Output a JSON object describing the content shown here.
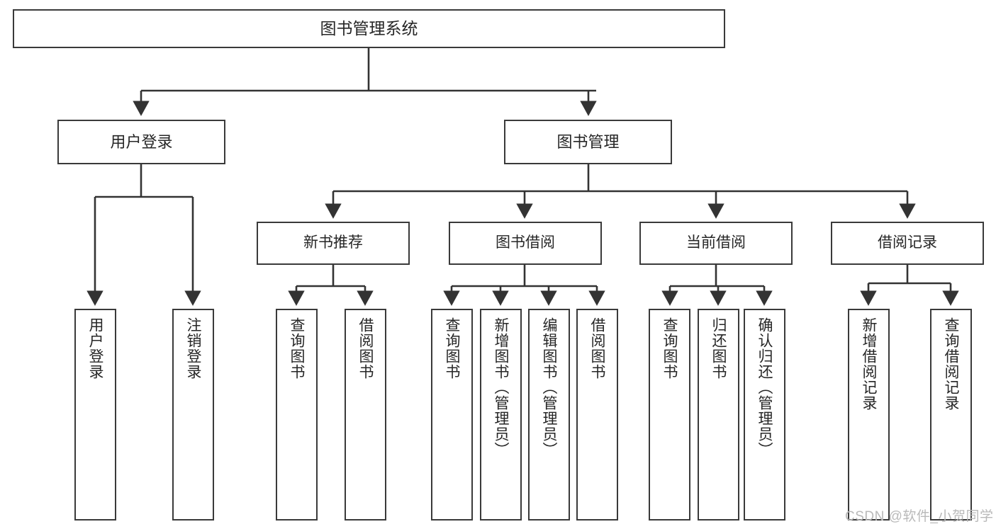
{
  "diagram": {
    "title": "图书管理系统",
    "type": "function-structure-tree",
    "root": {
      "label": "图书管理系统"
    },
    "level2": [
      {
        "label": "用户登录"
      },
      {
        "label": "图书管理"
      }
    ],
    "level3": [
      {
        "label": "新书推荐"
      },
      {
        "label": "图书借阅"
      },
      {
        "label": "当前借阅"
      },
      {
        "label": "借阅记录"
      }
    ],
    "leaves": {
      "user_login": [
        {
          "label": "用户登录"
        },
        {
          "label": "注销登录"
        }
      ],
      "new_book_recommend": [
        {
          "label": "查询图书"
        },
        {
          "label": "借阅图书"
        }
      ],
      "book_borrow": [
        {
          "label": "查询图书"
        },
        {
          "label": "新增图书（管理员）"
        },
        {
          "label": "编辑图书（管理员）"
        },
        {
          "label": "借阅图书"
        }
      ],
      "current_borrow": [
        {
          "label": "查询图书"
        },
        {
          "label": "归还图书"
        },
        {
          "label": "确认归还（管理员）"
        }
      ],
      "borrow_record": [
        {
          "label": "新增借阅记录"
        },
        {
          "label": "查询借阅记录"
        }
      ]
    }
  },
  "watermark": {
    "text": "CSDN @软件_小贺同学"
  },
  "colors": {
    "background": "#ffffff",
    "border": "#3a3a3a",
    "text": "#262626",
    "edge": "#333333",
    "watermark": "#b9b9b9"
  }
}
